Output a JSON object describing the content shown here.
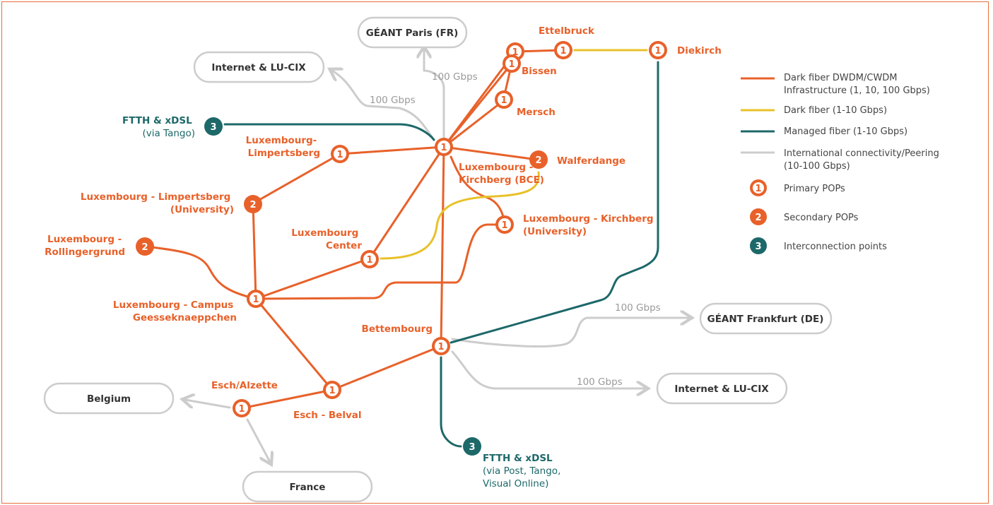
{
  "colors": {
    "dark_fiber_dwdm": "#e8612a",
    "dark_fiber": "#e8c12a",
    "managed_fiber": "#1d6869",
    "international": "#cccccc",
    "border": "#e8703a"
  },
  "destinations": {
    "geant_paris": "GÉANT Paris (FR)",
    "internet_north": "Internet & LU-CIX",
    "geant_frankfurt": "GÉANT Frankfurt (DE)",
    "internet_east": "Internet & LU-CIX",
    "belgium": "Belgium",
    "france": "France"
  },
  "speed_labels": {
    "paris": "100 Gbps",
    "internet_north": "100 Gbps",
    "frankfurt": "100 Gbps",
    "internet_east": "100 Gbps"
  },
  "nodes": {
    "ettelbruck": {
      "num": "1",
      "label": [
        "Ettelbruck"
      ]
    },
    "bissen_top": {
      "num": "1",
      "label": []
    },
    "bissen": {
      "num": "1",
      "label": [
        "Bissen"
      ]
    },
    "diekirch": {
      "num": "1",
      "label": [
        "Diekirch"
      ]
    },
    "mersch": {
      "num": "1",
      "label": [
        "Mersch"
      ]
    },
    "ftth_tango": {
      "num": "3",
      "label": [
        "FTTH & xDSL",
        "(via Tango)"
      ]
    },
    "central": {
      "num": "1",
      "label": []
    },
    "limpertsberg": {
      "num": "1",
      "label": [
        "Luxembourg-",
        "Limpertsberg"
      ]
    },
    "walferdange": {
      "num": "2",
      "label": [
        "Walferdange"
      ]
    },
    "kirchberg_bce": {
      "num": "",
      "label": [
        "Luxembourg -",
        "Kirchberg (BCE)"
      ]
    },
    "limpertsberg_univ": {
      "num": "2",
      "label": [
        "Luxembourg - Limpertsberg",
        "(University)"
      ]
    },
    "kirchberg_univ": {
      "num": "1",
      "label": [
        "Luxembourg - Kirchberg",
        "(University)"
      ]
    },
    "rollingergrund": {
      "num": "2",
      "label": [
        "Luxembourg -",
        "Rollingergrund"
      ]
    },
    "center": {
      "num": "1",
      "label": [
        "Luxembourg",
        "Center"
      ]
    },
    "campus": {
      "num": "1",
      "label": [
        "Luxembourg - Campus",
        "Geesseknaeppchen"
      ]
    },
    "bettembourg": {
      "num": "1",
      "label": [
        "Bettembourg"
      ]
    },
    "esch_belval": {
      "num": "1",
      "label": [
        "Esch - Belval"
      ]
    },
    "esch_alzette": {
      "num": "1",
      "label": [
        "Esch/Alzette"
      ]
    },
    "ftth_post": {
      "num": "3",
      "label": [
        "FTTH & xDSL",
        "(via Post, Tango,",
        "Visual Online)"
      ]
    }
  },
  "legend": {
    "dwdm": [
      "Dark fiber DWDM/CWDM",
      "Infrastructure (1, 10, 100 Gbps)"
    ],
    "dark": [
      "Dark fiber (1-10 Gbps)"
    ],
    "managed": [
      "Managed fiber (1-10 Gbps)"
    ],
    "international": [
      "International connectivity/Peering",
      "(10-100 Gbps)"
    ],
    "primary": {
      "num": "1",
      "label": "Primary POPs"
    },
    "secondary": {
      "num": "2",
      "label": "Secondary POPs"
    },
    "interconnection": {
      "num": "3",
      "label": "Interconnection points"
    }
  }
}
